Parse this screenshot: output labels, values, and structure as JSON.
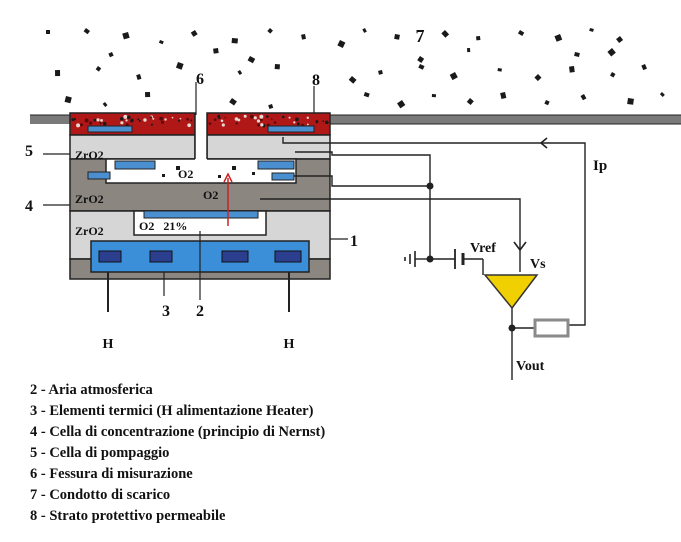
{
  "labels": {
    "callout_numbers": [
      "1",
      "2",
      "3",
      "4",
      "5",
      "6",
      "7",
      "8"
    ],
    "zro2": "ZrO2",
    "o2": "O2",
    "o2_21": "O2   21%",
    "heater": "H",
    "ip": "Ip",
    "vref": "Vref",
    "vs": "Vs",
    "vout": "Vout"
  },
  "legend": [
    "2 - Aria atmosferica",
    "3 - Elementi termici (H alimentazione Heater)",
    "4 - Cella di concentrazione (principio di Nernst)",
    "5 - Cella di pompaggio",
    "6 - Fessura di misurazione",
    "7 - Condotto di scarico",
    "8 - Strato protettivo permeabile"
  ],
  "colors": {
    "zro2_light": "#d6d6d6",
    "zro2_dark": "#8c8680",
    "protective_layer": "#b01818",
    "electrode": "#4a8fd0",
    "heater_body": "#3b8fd8",
    "heater_element": "#2c3f8f",
    "amplifier": "#f0d000",
    "exhaust_wall": "#7a7a7a"
  },
  "icons": [
    "ground-icon",
    "battery-icon",
    "amplifier-icon",
    "resistor-icon",
    "arrow-down-icon",
    "arrow-left-icon"
  ]
}
